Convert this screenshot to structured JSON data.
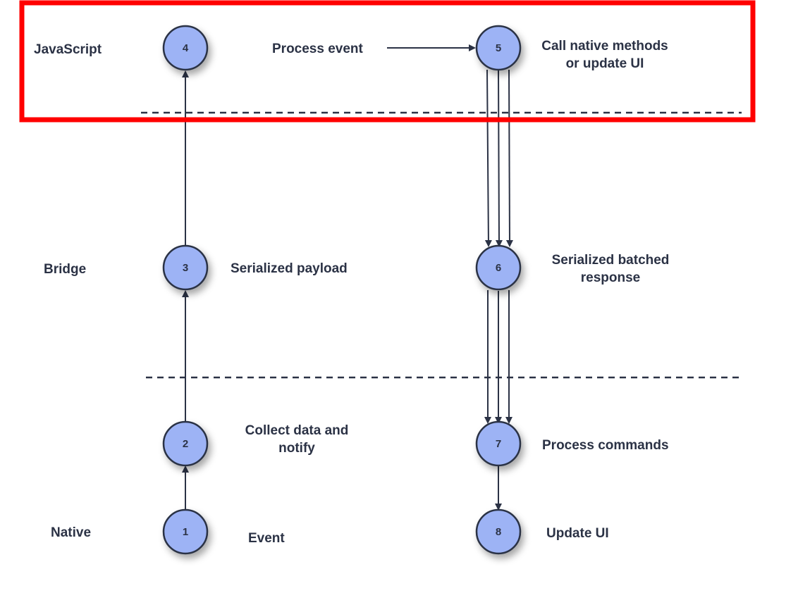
{
  "lanes": [
    {
      "id": "javascript",
      "label": "JavaScript"
    },
    {
      "id": "bridge",
      "label": "Bridge"
    },
    {
      "id": "native",
      "label": "Native"
    }
  ],
  "nodes": [
    {
      "id": "1",
      "number": "1",
      "label_lines": [
        "Event"
      ]
    },
    {
      "id": "2",
      "number": "2",
      "label_lines": [
        "Collect data and",
        "notify"
      ]
    },
    {
      "id": "3",
      "number": "3",
      "label_lines": [
        "Serialized payload"
      ]
    },
    {
      "id": "4",
      "number": "4",
      "label_lines": []
    },
    {
      "id": "5",
      "number": "5",
      "label_lines": [
        "Call native methods",
        "or update UI"
      ]
    },
    {
      "id": "6",
      "number": "6",
      "label_lines": [
        "Serialized batched",
        "response"
      ]
    },
    {
      "id": "7",
      "number": "7",
      "label_lines": [
        "Process commands"
      ]
    },
    {
      "id": "8",
      "number": "8",
      "label_lines": [
        "Update UI"
      ]
    }
  ],
  "process_event_label": "Process event",
  "edges": [
    {
      "from": "1",
      "to": "2"
    },
    {
      "from": "2",
      "to": "3"
    },
    {
      "from": "3",
      "to": "4"
    },
    {
      "from": "process_event",
      "to": "5"
    },
    {
      "from": "5",
      "to": "6",
      "count": 3
    },
    {
      "from": "6",
      "to": "7",
      "count": 3
    },
    {
      "from": "7",
      "to": "8"
    }
  ],
  "highlight": {
    "color": "#ff0000",
    "target": "javascript-lane"
  },
  "colors": {
    "node_fill": "#9db3f5",
    "ink": "#2b3245"
  }
}
